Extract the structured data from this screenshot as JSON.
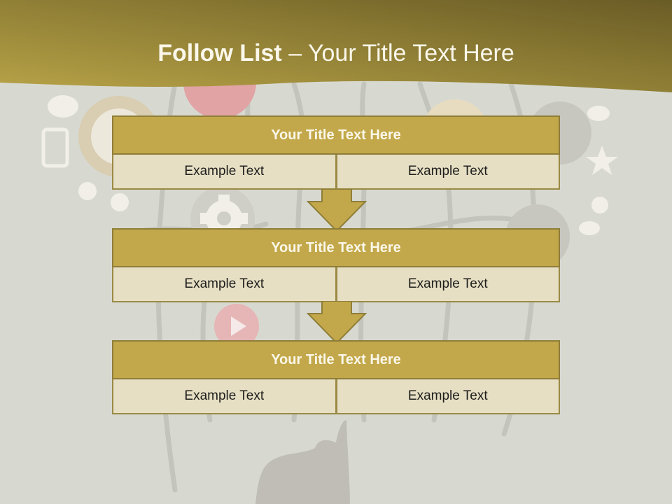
{
  "title": {
    "bold": "Follow List",
    "rest": " – Your Title Text Here"
  },
  "blocks": [
    {
      "heading": "Your Title Text Here",
      "left": "Example Text",
      "right": "Example Text"
    },
    {
      "heading": "Your Title Text Here",
      "left": "Example Text",
      "right": "Example Text"
    },
    {
      "heading": "Your Title Text Here",
      "left": "Example Text",
      "right": "Example Text"
    }
  ],
  "colors": {
    "band_dark": "#6f6128",
    "band_light": "#b7a245",
    "header_fill": "#c2a84a",
    "cell_fill": "#e6dfc4",
    "bg": "#d7d9d1"
  },
  "decor_icons": [
    "chat-bubble-icon",
    "tablet-icon",
    "cursor-icon",
    "plus-icon",
    "gear-icon",
    "thumbs-up-icon",
    "bird-icon",
    "star-icon",
    "user-icon",
    "play-icon",
    "heart-icon",
    "pointing-hand-icon"
  ]
}
